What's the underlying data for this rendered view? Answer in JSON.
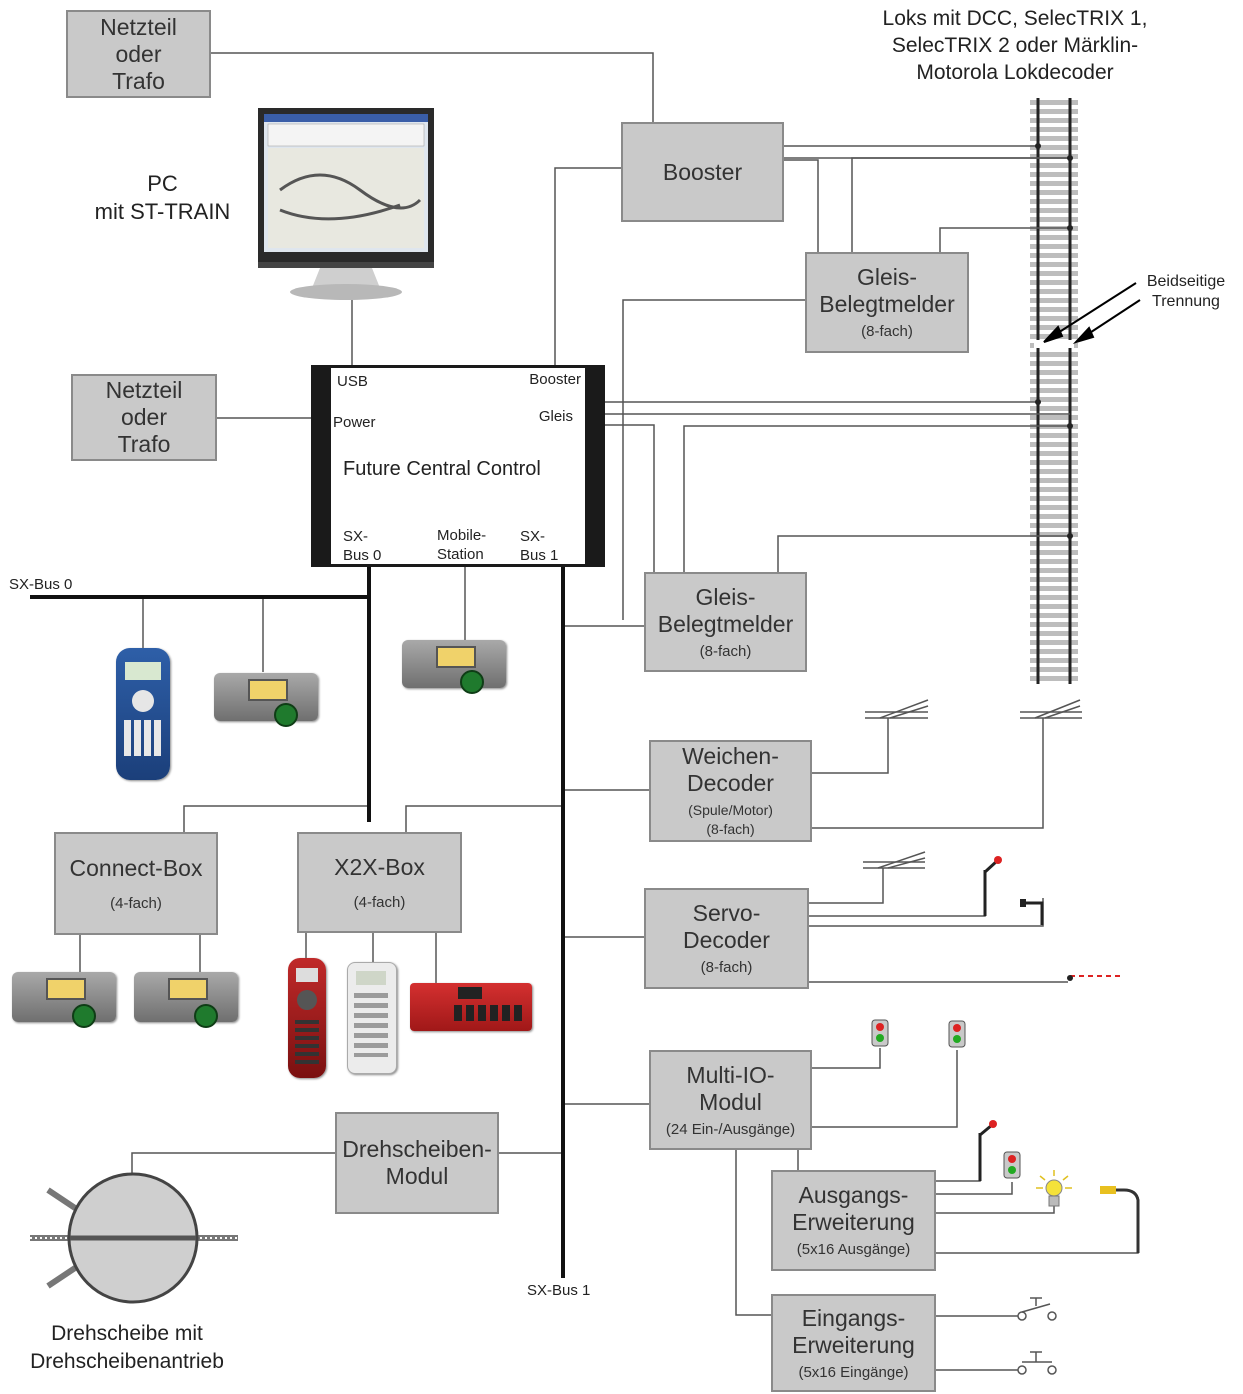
{
  "loks_label": "Loks mit DCC, SelecTRIX 1,\nSelecTRIX 2 oder Märklin-\nMotorola Lokdecoder",
  "pc_label": "PC\nmit ST-TRAIN",
  "trennung_label": "Beidseitige\nTrennung",
  "sxbus0_label": "SX-Bus 0",
  "sxbus1_label": "SX-Bus 1",
  "drehscheibe_label": "Drehscheibe mit\nDrehscheibenantrieb",
  "boxes": {
    "netzteil1": {
      "title": "Netzteil\noder\nTrafo"
    },
    "netzteil2": {
      "title": "Netzteil\noder\nTrafo"
    },
    "booster": {
      "title": "Booster"
    },
    "gleis1": {
      "title": "Gleis-\nBelegtmelder",
      "sub": "(8-fach)"
    },
    "gleis2": {
      "title": "Gleis-\nBelegtmelder",
      "sub": "(8-fach)"
    },
    "weichen": {
      "title": "Weichen-\nDecoder",
      "sub": "(Spule/Motor)\n(8-fach)"
    },
    "servo": {
      "title": "Servo-\nDecoder",
      "sub": "(8-fach)"
    },
    "multiio": {
      "title": "Multi-IO-\nModul",
      "sub": "(24 Ein-/Ausgänge)"
    },
    "ausgang": {
      "title": "Ausgangs-\nErweiterung",
      "sub": "(5x16 Ausgänge)"
    },
    "eingang": {
      "title": "Eingangs-\nErweiterung",
      "sub": "(5x16 Eingänge)"
    },
    "connect": {
      "title": "Connect-Box",
      "sub": "(4-fach)"
    },
    "x2x": {
      "title": "X2X-Box",
      "sub": "(4-fach)"
    },
    "drehmodul": {
      "title": "Drehscheiben-\nModul"
    }
  },
  "fcc": {
    "title": "Future Central Control",
    "usb": "USB",
    "power": "Power",
    "booster": "Booster",
    "gleis": "Gleis",
    "sx0": "SX-\nBus 0",
    "mobile": "Mobile-\nStation",
    "sx1": "SX-\nBus 1"
  },
  "colors": {
    "box_fill": "#c9c9c9",
    "box_border": "#8a8a8a",
    "bus": "#111111",
    "wire": "#555555"
  }
}
